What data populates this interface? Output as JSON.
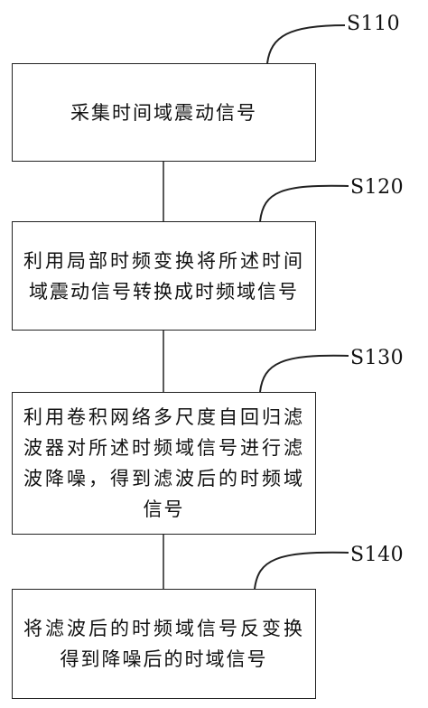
{
  "steps": [
    {
      "label": "S110",
      "text": "采集时间域震动信号"
    },
    {
      "label": "S120",
      "text": "利用局部时频变换将所述时间域震动信号转换成时频域信号"
    },
    {
      "label": "S130",
      "text": "利用卷积网络多尺度自回归滤波器对所述时频域信号进行滤波降噪，得到滤波后的时频域信号"
    },
    {
      "label": "S140",
      "text": "将滤波后的时频域信号反变换得到降噪后的时域信号"
    }
  ],
  "colors": {
    "stroke": "#222222",
    "background": "#ffffff"
  }
}
